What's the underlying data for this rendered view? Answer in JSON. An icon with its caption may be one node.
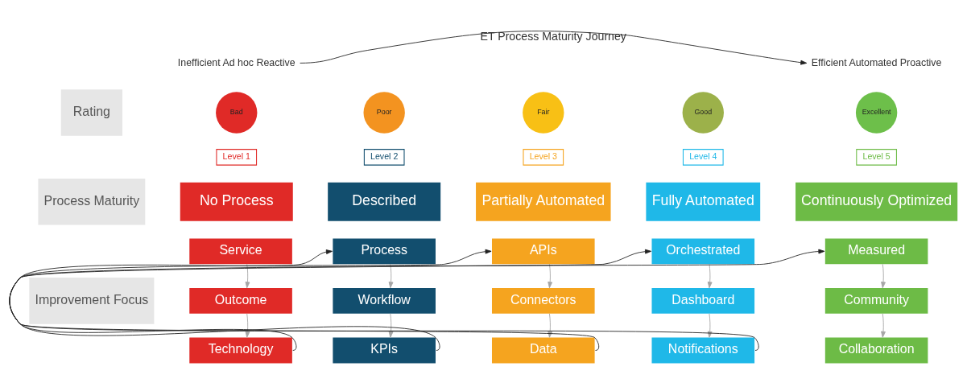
{
  "diagram": {
    "nodes": [
      {
        "text": [
          "Inefficient Ad hoc Reactive"
        ]
      },
      {
        "text": [
          "Efficient Automated Proactive"
        ]
      },
      {
        "text": [
          "Rating"
        ]
      },
      {
        "text": [
          "Bad"
        ]
      },
      {
        "text": [
          "Poor"
        ]
      },
      {
        "text": [
          "Fair"
        ]
      },
      {
        "text": [
          "Good"
        ]
      },
      {
        "text": [
          "Excellent"
        ]
      },
      {
        "text": [
          "Process Maturity"
        ]
      },
      {
        "text": [
          "Level 1"
        ]
      },
      {
        "text": [
          "No Process"
        ]
      },
      {
        "text": [
          "Level 2"
        ]
      },
      {
        "text": [
          "Described"
        ]
      },
      {
        "text": [
          "Level 3"
        ]
      },
      {
        "text": [
          "Partially Automated"
        ]
      },
      {
        "text": [
          "Level 4"
        ]
      },
      {
        "text": [
          "Fully Automated"
        ]
      },
      {
        "text": [
          "Level 5"
        ]
      },
      {
        "text": [
          "Continuously Optimized"
        ]
      },
      {
        "text": [
          "Improvement Focus"
        ]
      },
      {
        "text": [
          "Service"
        ]
      },
      {
        "text": [
          "Process"
        ]
      },
      {
        "text": [
          "APIs"
        ]
      },
      {
        "text": [
          "Orchestrated"
        ]
      },
      {
        "text": [
          "Measured"
        ]
      },
      {
        "text": [
          "Outcome"
        ]
      },
      {
        "text": [
          "Workflow"
        ]
      },
      {
        "text": [
          "Connectors"
        ]
      },
      {
        "text": [
          "Dashboard"
        ]
      },
      {
        "text": [
          "Community"
        ]
      },
      {
        "text": [
          "Technology"
        ]
      },
      {
        "text": [
          "KPIs"
        ]
      },
      {
        "text": [
          "Data"
        ]
      },
      {
        "text": [
          "Notifications"
        ]
      },
      {
        "text": [
          "Collaboration"
        ]
      }
    ],
    "edges": [
      {
        "from": 0,
        "to": 1,
        "arrow": "to",
        "label": "ET Process Maturity Journey",
        "color": "#222222"
      },
      {
        "from": 20,
        "to": 25,
        "arrow": "to"
      },
      {
        "from": 25,
        "to": 30,
        "arrow": "to"
      },
      {
        "from": 21,
        "to": 26,
        "arrow": "to"
      },
      {
        "from": 26,
        "to": 31,
        "arrow": "to"
      },
      {
        "from": 22,
        "to": 27,
        "arrow": "to"
      },
      {
        "from": 27,
        "to": 32,
        "arrow": "to"
      },
      {
        "from": 23,
        "to": 28,
        "arrow": "to"
      },
      {
        "from": 28,
        "to": 33,
        "arrow": "to"
      },
      {
        "from": 24,
        "to": 29,
        "arrow": "to"
      },
      {
        "from": 29,
        "to": 34,
        "arrow": "to"
      },
      {
        "from": 30,
        "to": 21,
        "arrow": "to",
        "color": "#222222"
      },
      {
        "from": 31,
        "to": 22,
        "arrow": "to",
        "color": "#222222"
      },
      {
        "from": 32,
        "to": 23,
        "arrow": "to",
        "color": "#222222"
      },
      {
        "from": 33,
        "to": 24,
        "arrow": "to",
        "color": "#222222"
      }
    ]
  }
}
